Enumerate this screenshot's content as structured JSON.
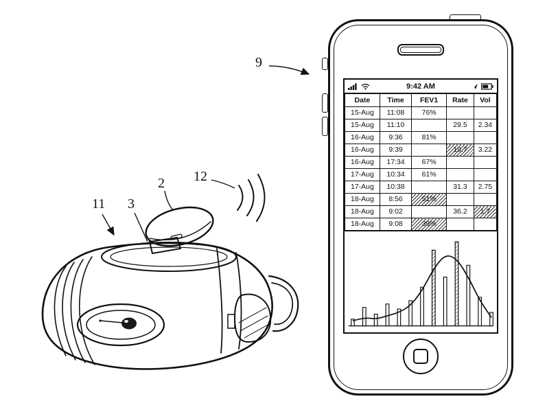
{
  "colors": {
    "ink": "#111111",
    "paper": "#ffffff"
  },
  "figure": {
    "numerals": {
      "phone": "9",
      "wireless": "12",
      "cap": "2",
      "mouthpiece": "3",
      "device_body": "11"
    }
  },
  "phone": {
    "status_bar": {
      "time": "9:42 AM",
      "icons": [
        "signal-icon",
        "wifi-icon",
        "location-arrow-icon",
        "battery-icon"
      ]
    },
    "table": {
      "headers": [
        "Date",
        "Time",
        "FEV1",
        "Rate",
        "Vol"
      ],
      "rows": [
        {
          "cells": [
            "15-Aug",
            "11:08",
            "76%",
            "",
            ""
          ],
          "hatched": []
        },
        {
          "cells": [
            "15-Aug",
            "11:10",
            "",
            "29.5",
            "2.34"
          ],
          "hatched": []
        },
        {
          "cells": [
            "16-Aug",
            "9:36",
            "81%",
            "",
            ""
          ],
          "hatched": []
        },
        {
          "cells": [
            "16-Aug",
            "9:39",
            "",
            "19.7",
            "3.22"
          ],
          "hatched": [
            3
          ]
        },
        {
          "cells": [
            "16-Aug",
            "17:34",
            "67%",
            "",
            ""
          ],
          "hatched": []
        },
        {
          "cells": [
            "17-Aug",
            "10:34",
            "61%",
            "",
            ""
          ],
          "hatched": []
        },
        {
          "cells": [
            "17-Aug",
            "10:38",
            "",
            "31.3",
            "2.75"
          ],
          "hatched": []
        },
        {
          "cells": [
            "18-Aug",
            "8:56",
            "51%",
            "",
            ""
          ],
          "hatched": [
            2
          ]
        },
        {
          "cells": [
            "18-Aug",
            "9:02",
            "",
            "36.2",
            "1.7"
          ],
          "hatched": [
            4
          ]
        },
        {
          "cells": [
            "18-Aug",
            "9:08",
            "39%",
            "",
            ""
          ],
          "hatched": [
            2
          ]
        }
      ]
    }
  },
  "chart_data": {
    "type": "bar",
    "x": [
      1,
      2,
      3,
      4,
      5,
      6,
      7,
      8,
      9,
      10,
      11,
      12,
      13
    ],
    "series": [
      {
        "name": "daily-readings-bars",
        "values": [
          8,
          22,
          14,
          26,
          20,
          30,
          46,
          90,
          58,
          100,
          72,
          34,
          16
        ]
      },
      {
        "name": "trend-curve",
        "values": [
          6,
          10,
          8,
          12,
          16,
          24,
          42,
          68,
          85,
          80,
          58,
          30,
          10
        ]
      }
    ],
    "hatched_bars": [
      7,
      9
    ],
    "title": "",
    "xlabel": "",
    "ylabel": "",
    "ylim": [
      0,
      100
    ],
    "grid": false,
    "legend": "none"
  }
}
